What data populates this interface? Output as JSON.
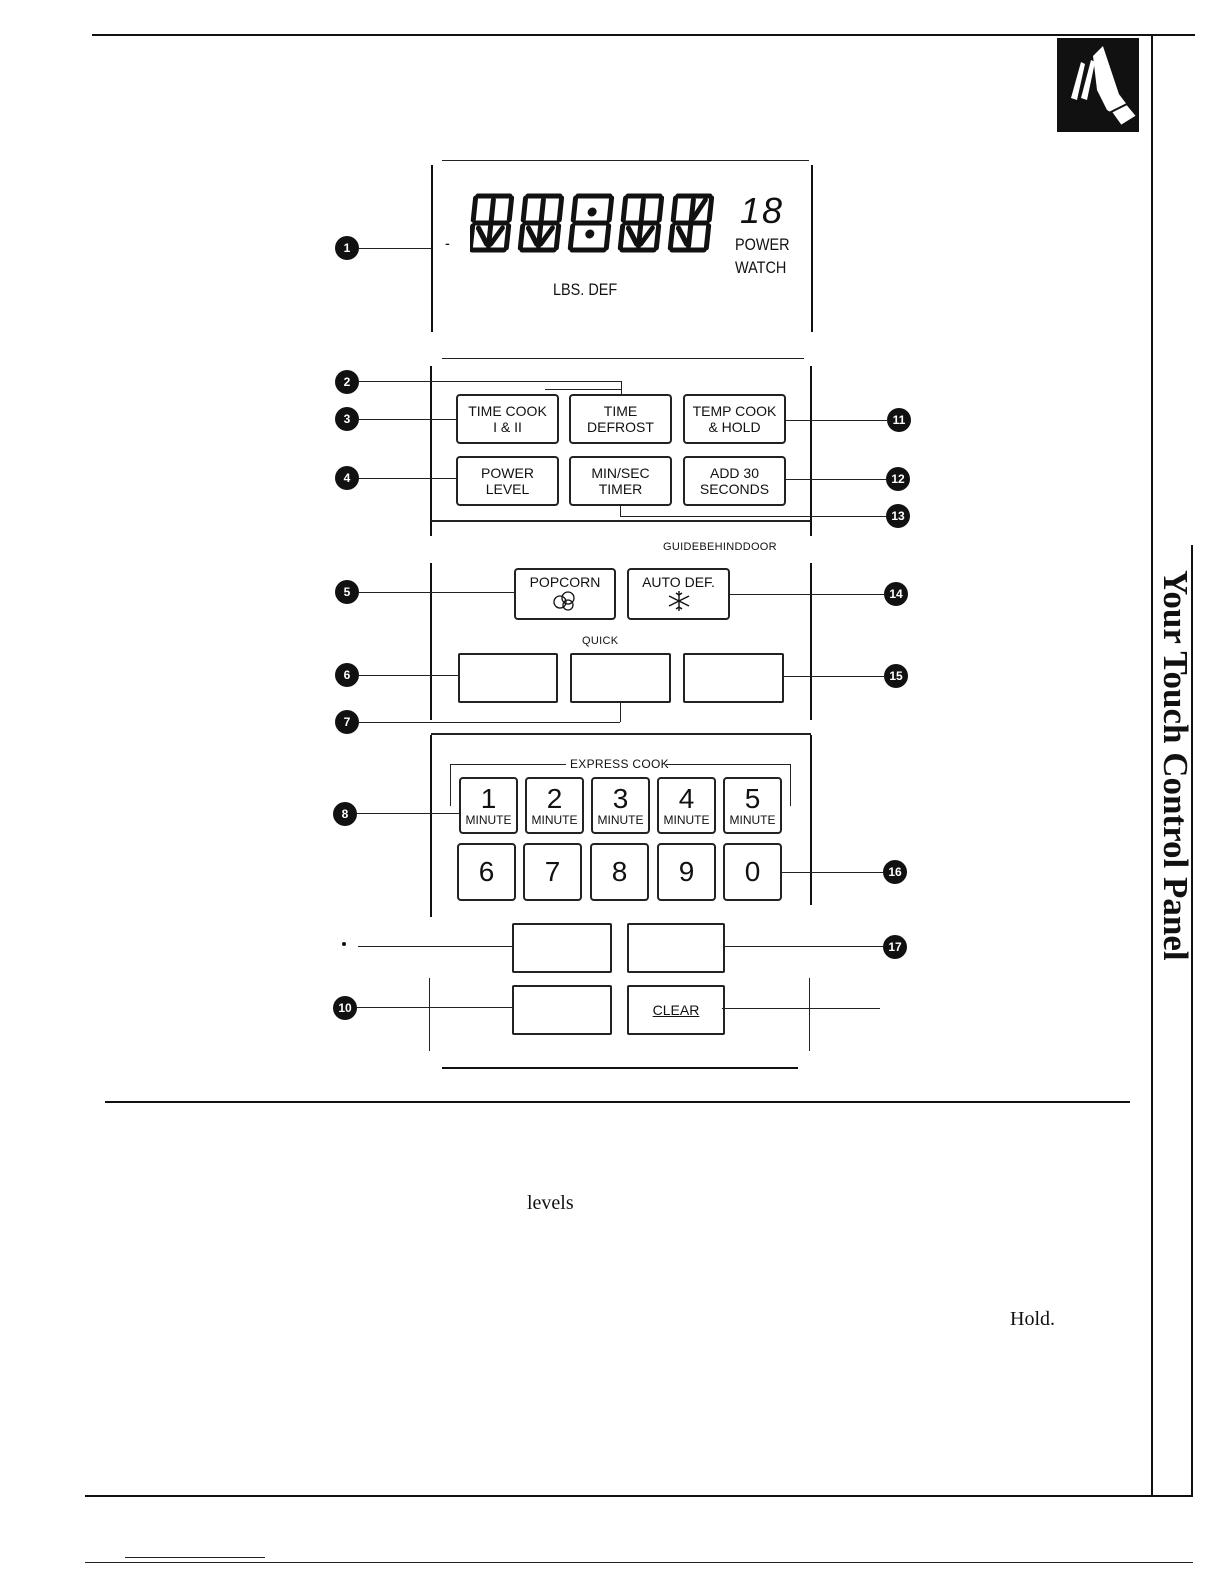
{
  "display": {
    "digits_indicator": "18",
    "power_label": "POWER",
    "watch_label": "WATCH",
    "lbs_def_label": "LBS. DEF",
    "dash": "-"
  },
  "keys": {
    "time_cook": [
      "TIME COOK",
      "I & II"
    ],
    "time_defrost": [
      "TIME",
      "DEFROST"
    ],
    "temp_cook": [
      "TEMP COOK",
      "& HOLD"
    ],
    "power_level": [
      "POWER",
      "LEVEL"
    ],
    "min_sec_timer": [
      "MIN/SEC",
      "TIMER"
    ],
    "add_30": [
      "ADD 30",
      "SECONDS"
    ],
    "popcorn": "POPCORN",
    "auto_def": "AUTO DEF.",
    "clear": "CLEAR"
  },
  "labels": {
    "guide": "GUIDEBEHINDDOOR",
    "quick": "QUICK",
    "express_cook": "EXPRESS COOK",
    "minute": "MINUTE"
  },
  "number_pad": {
    "express_row": [
      "1",
      "2",
      "3",
      "4",
      "5"
    ],
    "bottom_row": [
      "6",
      "7",
      "8",
      "9",
      "0"
    ]
  },
  "callouts": [
    "1",
    "2",
    "3",
    "4",
    "5",
    "6",
    "7",
    "8",
    "10",
    "11",
    "12",
    "13",
    "14",
    "15",
    "16",
    "17"
  ],
  "body_text": {
    "levels": "levels",
    "hold": "Hold."
  },
  "side_title": "Your Touch Control Panel",
  "icons": {
    "corner": "hand-pressing-key-icon",
    "popcorn": "popcorn-icon",
    "defrost": "snowflake-icon"
  }
}
